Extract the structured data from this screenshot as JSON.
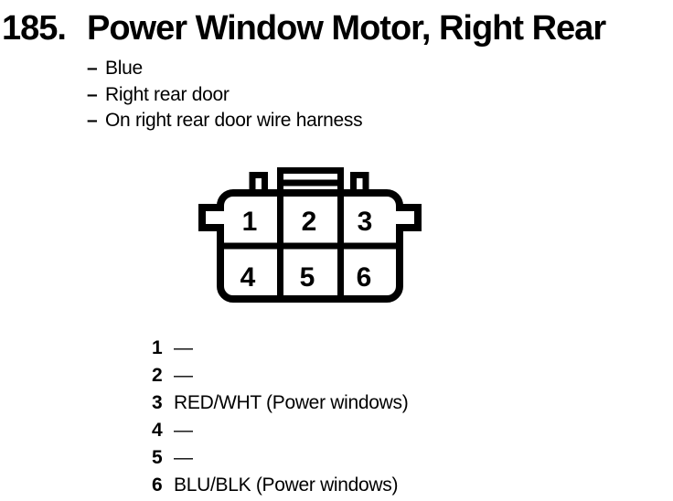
{
  "header": {
    "number": "185.",
    "title": "Power Window Motor, Right Rear"
  },
  "notes": {
    "marker": "–",
    "items": [
      "Blue",
      "Right rear door",
      "On right rear door wire harness"
    ]
  },
  "connector": {
    "description": "6-pin connector face, 2 rows of 3 cavities",
    "pins": [
      "1",
      "2",
      "3",
      "4",
      "5",
      "6"
    ]
  },
  "pin_list": {
    "rows": [
      {
        "pin": "1",
        "wire": "—"
      },
      {
        "pin": "2",
        "wire": "—"
      },
      {
        "pin": "3",
        "wire": "RED/WHT (Power windows)"
      },
      {
        "pin": "4",
        "wire": "—"
      },
      {
        "pin": "5",
        "wire": "—"
      },
      {
        "pin": "6",
        "wire": "BLU/BLK (Power windows)"
      }
    ]
  },
  "colors": {
    "ink": "#000000",
    "paper": "#ffffff"
  }
}
